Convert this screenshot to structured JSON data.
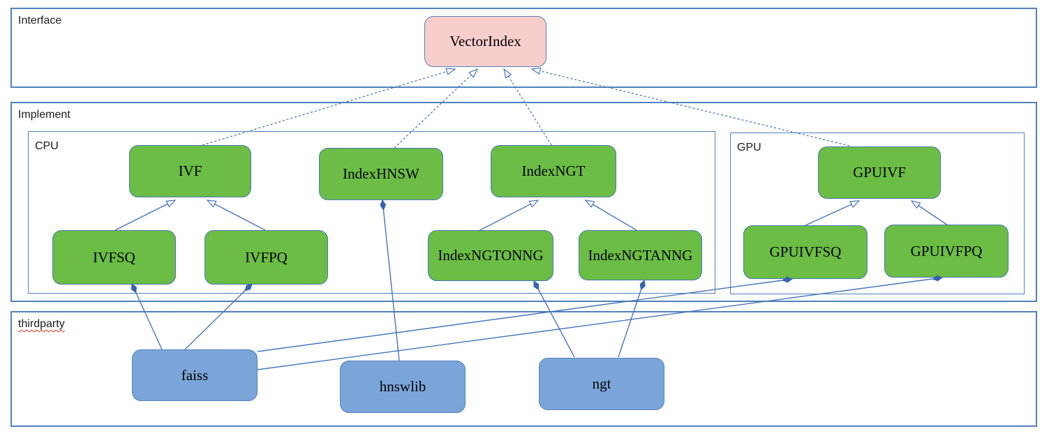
{
  "palette": {
    "edge": "#4674bc",
    "container_border": "#4f81bd",
    "class_fill": "#6bbd45",
    "class_border": "#4979b8",
    "lib_fill": "#7ba5d9",
    "lib_border": "#4f81bd",
    "interface_fill": "#f8cecc",
    "interface_border": "#5b7dbb",
    "diamond": "#3564ad",
    "spellcheck": "#dd2c1e"
  },
  "containers": [
    {
      "id": "interface",
      "label": "Interface"
    },
    {
      "id": "implement",
      "label": "Implement"
    },
    {
      "id": "cpu",
      "label": "CPU"
    },
    {
      "id": "gpu",
      "label": "GPU"
    },
    {
      "id": "thirdparty",
      "label": "thirdparty"
    }
  ],
  "nodes": [
    {
      "id": "vectorindex",
      "label": "VectorIndex",
      "kind": "interface",
      "group": "Interface"
    },
    {
      "id": "ivf",
      "label": "IVF",
      "kind": "class",
      "group": "CPU"
    },
    {
      "id": "indexhnsw",
      "label": "IndexHNSW",
      "kind": "class",
      "group": "CPU"
    },
    {
      "id": "indexngt",
      "label": "IndexNGT",
      "kind": "class",
      "group": "CPU"
    },
    {
      "id": "gpuivf",
      "label": "GPUIVF",
      "kind": "class",
      "group": "GPU"
    },
    {
      "id": "ivfsq",
      "label": "IVFSQ",
      "kind": "class",
      "group": "CPU"
    },
    {
      "id": "ivfpq",
      "label": "IVFPQ",
      "kind": "class",
      "group": "CPU"
    },
    {
      "id": "indexngtonng",
      "label": "IndexNGTONNG",
      "kind": "class",
      "group": "CPU"
    },
    {
      "id": "indexngtanng",
      "label": "IndexNGTANNG",
      "kind": "class",
      "group": "CPU"
    },
    {
      "id": "gpuivfsq",
      "label": "GPUIVFSQ",
      "kind": "class",
      "group": "GPU"
    },
    {
      "id": "gpuivfpq",
      "label": "GPUIVFPQ",
      "kind": "class",
      "group": "GPU"
    },
    {
      "id": "faiss",
      "label": "faiss",
      "kind": "lib",
      "group": "thirdparty"
    },
    {
      "id": "hnswlib",
      "label": "hnswlib",
      "kind": "lib",
      "group": "thirdparty"
    },
    {
      "id": "ngt",
      "label": "ngt",
      "kind": "lib",
      "group": "thirdparty"
    }
  ],
  "edges": [
    {
      "from": "IVF",
      "to": "VectorIndex",
      "type": "realization"
    },
    {
      "from": "IndexHNSW",
      "to": "VectorIndex",
      "type": "realization"
    },
    {
      "from": "IndexNGT",
      "to": "VectorIndex",
      "type": "realization"
    },
    {
      "from": "GPUIVF",
      "to": "VectorIndex",
      "type": "realization"
    },
    {
      "from": "IVFSQ",
      "to": "IVF",
      "type": "inheritance"
    },
    {
      "from": "IVFPQ",
      "to": "IVF",
      "type": "inheritance"
    },
    {
      "from": "IndexNGTONNG",
      "to": "IndexNGT",
      "type": "inheritance"
    },
    {
      "from": "IndexNGTANNG",
      "to": "IndexNGT",
      "type": "inheritance"
    },
    {
      "from": "GPUIVFSQ",
      "to": "GPUIVF",
      "type": "inheritance"
    },
    {
      "from": "GPUIVFPQ",
      "to": "GPUIVF",
      "type": "inheritance"
    },
    {
      "from": "IndexHNSW",
      "to": "hnswlib",
      "type": "composition"
    },
    {
      "from": "IVFSQ",
      "to": "faiss",
      "type": "composition"
    },
    {
      "from": "IVFPQ",
      "to": "faiss",
      "type": "composition"
    },
    {
      "from": "IndexNGTONNG",
      "to": "ngt",
      "type": "composition"
    },
    {
      "from": "IndexNGTANNG",
      "to": "ngt",
      "type": "composition"
    },
    {
      "from": "GPUIVFSQ",
      "to": "faiss",
      "type": "composition"
    },
    {
      "from": "GPUIVFPQ",
      "to": "faiss",
      "type": "composition"
    }
  ]
}
